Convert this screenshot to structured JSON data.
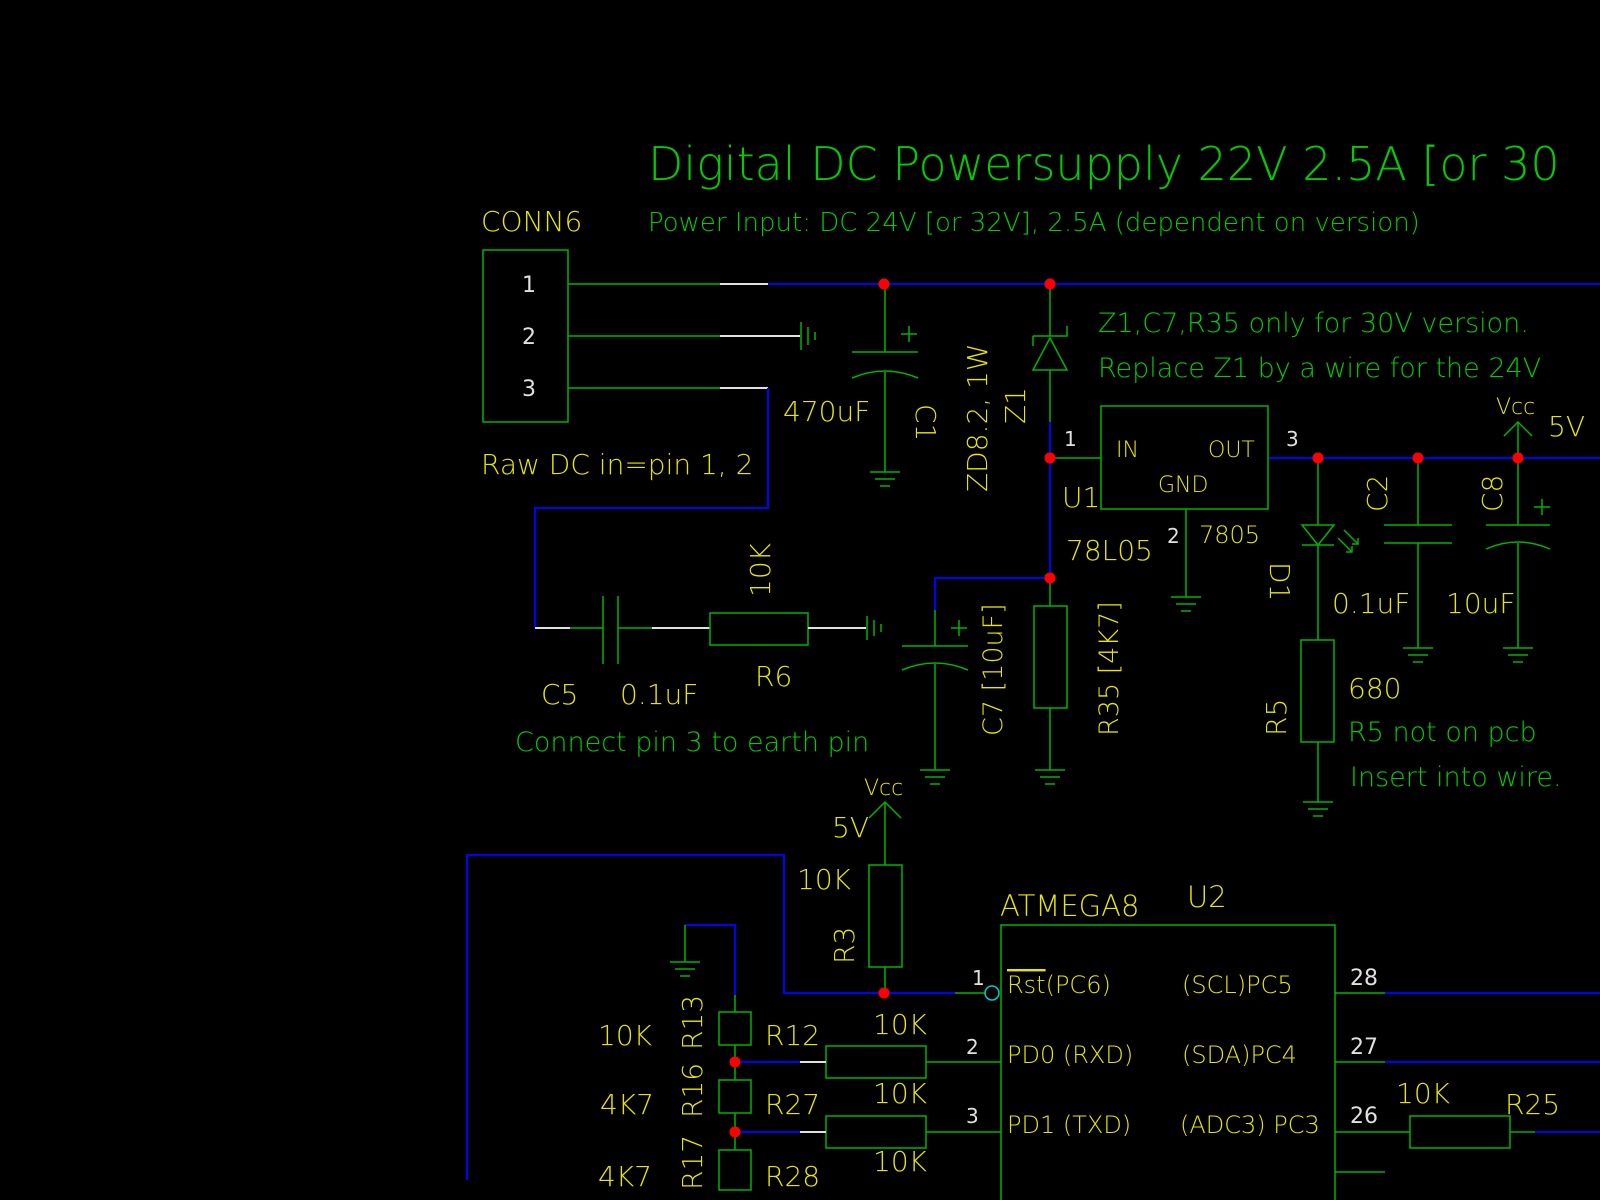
{
  "title": "Digital DC Powersupply 22V 2.5A [or 30",
  "subtitle": "Power Input: DC 24V [or 32V], 2.5A (dependent on version)",
  "notes": {
    "z1_line1": "Z1,C7,R35 only for 30V version.",
    "z1_line2": "Replace Z1 by a wire for the 24V",
    "raw_dc": "Raw DC in=pin 1, 2",
    "earth": "Connect pin 3 to earth pin",
    "r5_line1": "R5 not on pcb",
    "r5_line2": "Insert into wire."
  },
  "connector": {
    "name": "CONN6",
    "pins": [
      "1",
      "2",
      "3"
    ]
  },
  "regulator": {
    "ref": "U1",
    "part": "78L05",
    "alt": "7805",
    "pin_in": "IN",
    "pin_out": "OUT",
    "pin_gnd": "GND",
    "pin_in_num": "1",
    "pin_out_num": "3",
    "pin_gnd_num": "2"
  },
  "components": {
    "c1_ref": "C1",
    "c1_val": "470uF",
    "z1_ref": "Z1",
    "z1_val": "ZD8.2, 1W",
    "c5_ref": "C5",
    "c5_val": "0.1uF",
    "r6_ref": "R6",
    "r6_val": "10K",
    "c7_label": "C7 [10uF]",
    "r35_label": "R35 [4K7]",
    "c2_ref": "C2",
    "c2_val": "0.1uF",
    "c8_ref": "C8",
    "c8_val": "10uF",
    "d1_ref": "D1",
    "r5_ref": "R5",
    "r5_val": "680",
    "r3_ref": "R3",
    "r3_val": "10K",
    "r13_ref": "R13",
    "r13_val": "10K",
    "r16_ref": "R16",
    "r16_val": "4K7",
    "r17_ref": "R17",
    "r17_val": "4K7",
    "r12_ref": "R12",
    "r12_val": "10K",
    "r27_ref": "R27",
    "r27_val": "10K",
    "r28_ref": "R28",
    "r28_val": "10K",
    "r25_ref": "R25",
    "r25_val": "10K"
  },
  "power": {
    "vcc": "Vcc",
    "vcc_value": "5V",
    "vcc_value_right": "5V"
  },
  "mcu": {
    "part": "ATMEGA8",
    "ref": "U2",
    "pins_left": [
      {
        "num": "1",
        "rst": "Rst",
        "suffix": "(PC6)"
      },
      {
        "num": "2",
        "name": "PD0 (RXD)"
      },
      {
        "num": "3",
        "name": "PD1 (TXD)"
      }
    ],
    "pins_right": [
      {
        "num": "28",
        "name": "(SCL)PC5"
      },
      {
        "num": "27",
        "name": "(SDA)PC4"
      },
      {
        "num": "26",
        "name": "(ADC3) PC3"
      }
    ]
  }
}
